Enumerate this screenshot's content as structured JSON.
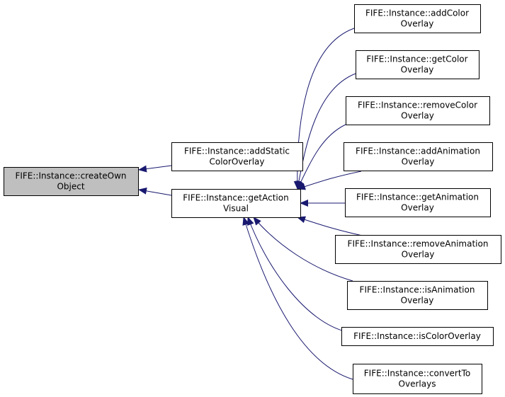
{
  "diagram": {
    "edge_color": "#191970",
    "node_border_color": "#000000",
    "highlight_fill": "#bfbfbf",
    "nodes": [
      {
        "id": "createOwnObject",
        "lines": [
          "FIFE::Instance::createOwn",
          "Object"
        ],
        "highlighted": true
      },
      {
        "id": "addStaticColorOverlay",
        "lines": [
          "FIFE::Instance::addStatic",
          "ColorOverlay"
        ]
      },
      {
        "id": "getActionVisual",
        "lines": [
          "FIFE::Instance::getAction",
          "Visual"
        ]
      },
      {
        "id": "addColorOverlay",
        "lines": [
          "FIFE::Instance::addColor",
          "Overlay"
        ]
      },
      {
        "id": "getColorOverlay",
        "lines": [
          "FIFE::Instance::getColor",
          "Overlay"
        ]
      },
      {
        "id": "removeColorOverlay",
        "lines": [
          "FIFE::Instance::removeColor",
          "Overlay"
        ]
      },
      {
        "id": "addAnimationOverlay",
        "lines": [
          "FIFE::Instance::addAnimation",
          "Overlay"
        ]
      },
      {
        "id": "getAnimationOverlay",
        "lines": [
          "FIFE::Instance::getAnimation",
          "Overlay"
        ]
      },
      {
        "id": "removeAnimationOverlay",
        "lines": [
          "FIFE::Instance::removeAnimation",
          "Overlay"
        ]
      },
      {
        "id": "isAnimationOverlay",
        "lines": [
          "FIFE::Instance::isAnimation",
          "Overlay"
        ]
      },
      {
        "id": "isColorOverlay",
        "lines": [
          "FIFE::Instance::isColorOverlay"
        ]
      },
      {
        "id": "convertToOverlays",
        "lines": [
          "FIFE::Instance::convertTo",
          "Overlays"
        ]
      }
    ],
    "edges": [
      {
        "from": "addStaticColorOverlay",
        "to": "createOwnObject"
      },
      {
        "from": "getActionVisual",
        "to": "createOwnObject"
      },
      {
        "from": "addColorOverlay",
        "to": "getActionVisual"
      },
      {
        "from": "getColorOverlay",
        "to": "getActionVisual"
      },
      {
        "from": "removeColorOverlay",
        "to": "getActionVisual"
      },
      {
        "from": "addAnimationOverlay",
        "to": "getActionVisual"
      },
      {
        "from": "getAnimationOverlay",
        "to": "getActionVisual"
      },
      {
        "from": "removeAnimationOverlay",
        "to": "getActionVisual"
      },
      {
        "from": "isAnimationOverlay",
        "to": "getActionVisual"
      },
      {
        "from": "isColorOverlay",
        "to": "getActionVisual"
      },
      {
        "from": "convertToOverlays",
        "to": "getActionVisual"
      }
    ]
  }
}
